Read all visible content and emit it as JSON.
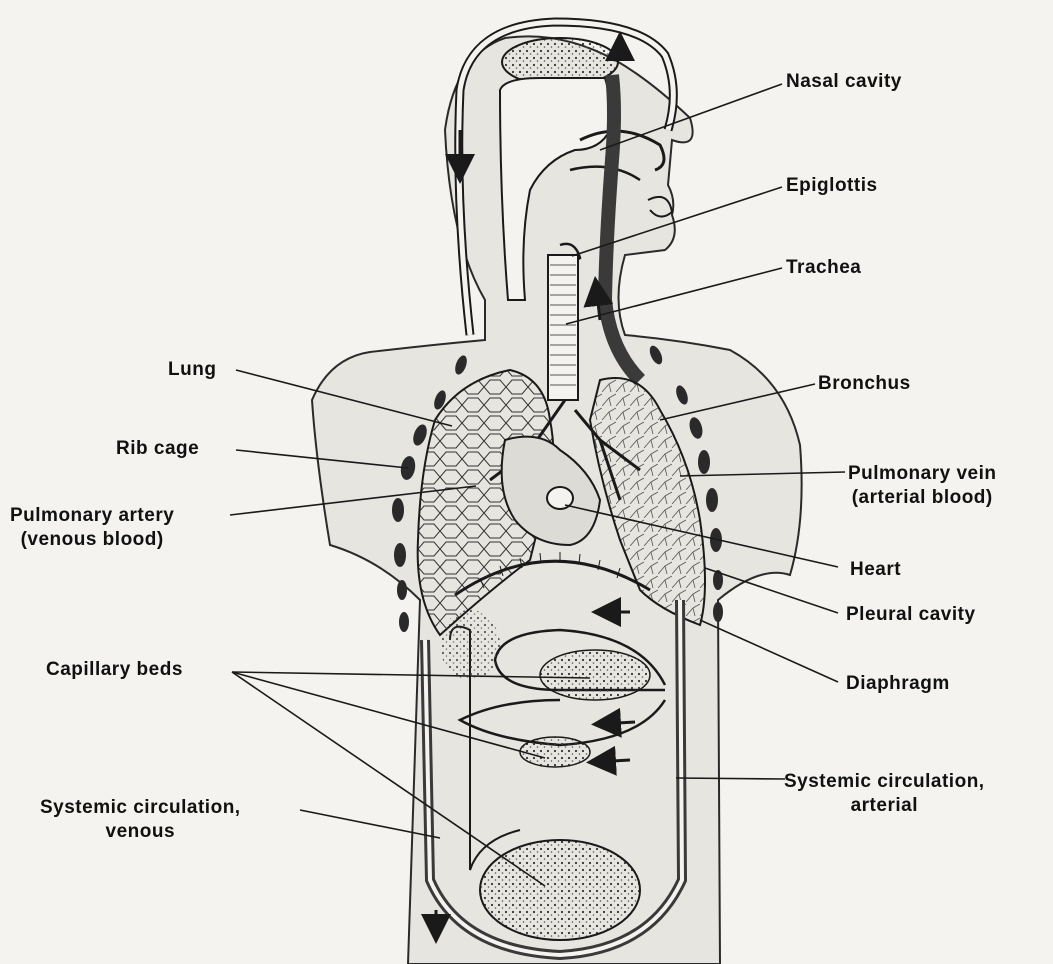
{
  "labels": {
    "nasal_cavity": "Nasal cavity",
    "epiglottis": "Epiglottis",
    "trachea": "Trachea",
    "bronchus": "Bronchus",
    "pulmonary_vein": [
      "Pulmonary vein",
      "(arterial blood)"
    ],
    "heart": "Heart",
    "pleural_cavity": "Pleural cavity",
    "diaphragm": "Diaphragm",
    "systemic_arterial": [
      "Systemic circulation,",
      "arterial"
    ],
    "lung": "Lung",
    "rib_cage": "Rib cage",
    "pulmonary_artery": [
      "Pulmonary artery",
      "(venous blood)"
    ],
    "capillary_beds": "Capillary beds",
    "systemic_venous": [
      "Systemic circulation,",
      "venous"
    ]
  },
  "colors": {
    "ink": "#1a1a1a",
    "paper": "#f4f3ef",
    "tissue": "#e2e1dc"
  }
}
